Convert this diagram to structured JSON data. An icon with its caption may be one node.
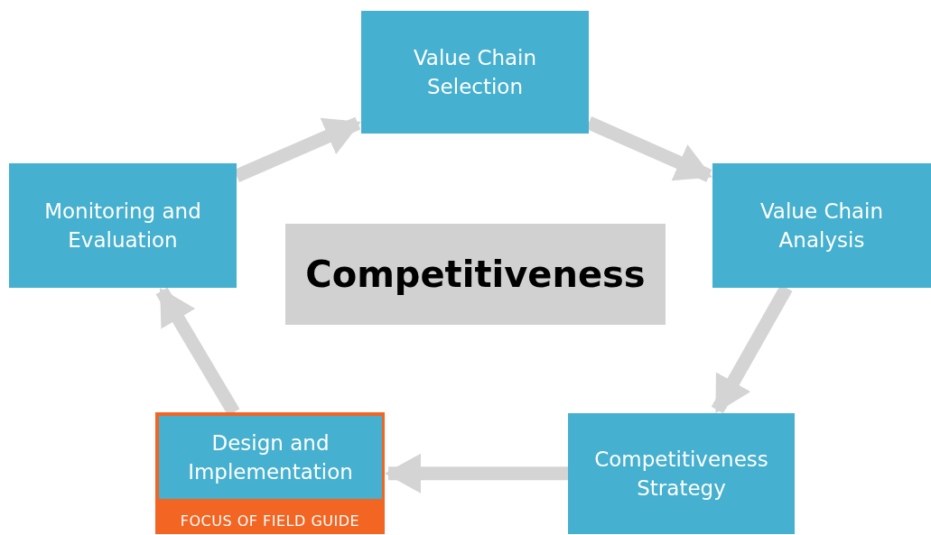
{
  "diagram": {
    "nodes": [
      {
        "text": [
          "Value Chain Selection"
        ]
      },
      {
        "text": [
          "Monitoring and Evaluation"
        ]
      },
      {
        "text": [
          "Value Chain Analysis"
        ]
      },
      {
        "text": [
          "Competitiveness"
        ]
      },
      {
        "text": [
          "FOCUS OF FIELD GUIDE"
        ]
      },
      {
        "text": [
          "Design and Implementation"
        ],
        "in": 4
      },
      {
        "text": [
          "Competitiveness Strategy"
        ]
      }
    ],
    "edges": [
      {
        "from": 1,
        "to": 0,
        "arrow": "to"
      },
      {
        "from": 0,
        "to": 2,
        "arrow": "to"
      },
      {
        "from": 2,
        "to": 6,
        "arrow": "to"
      },
      {
        "from": 6,
        "to": 4,
        "arrow": "to"
      },
      {
        "from": 4,
        "to": 1,
        "arrow": "to"
      }
    ]
  }
}
